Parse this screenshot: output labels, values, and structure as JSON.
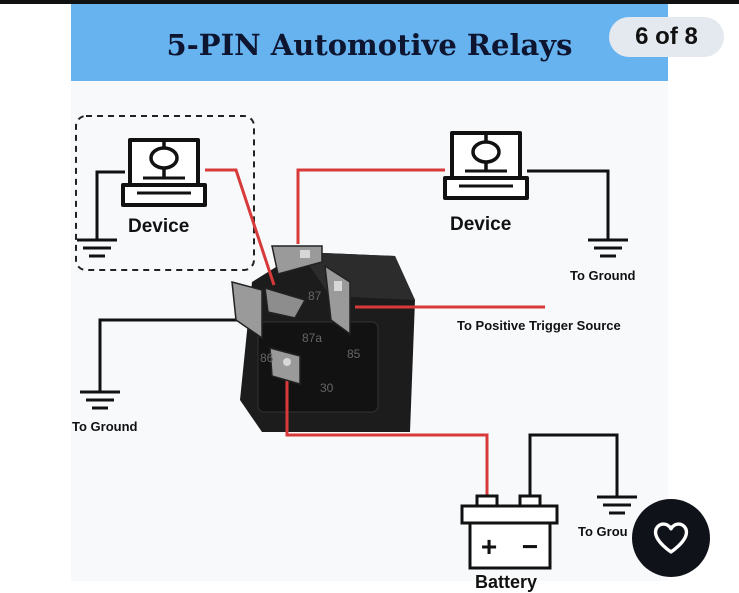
{
  "header": {
    "title": "5-PIN Automotive Relays",
    "page_indicator": "6 of 8"
  },
  "diagram": {
    "device_left_label": "Device",
    "device_right_label": "Device",
    "to_ground_right": "To Ground",
    "to_positive_trigger": "To Positive Trigger Source",
    "to_ground_left": "To Ground",
    "to_ground_bottom": "To Grou",
    "battery_label": "Battery",
    "battery_plus": "+",
    "battery_minus": "−",
    "relay_pins": {
      "pin_87": "87",
      "pin_87a": "87a",
      "pin_85": "85",
      "pin_86": "86",
      "pin_30": "30"
    }
  },
  "actions": {
    "favorite_icon": "heart-icon"
  },
  "colors": {
    "banner": "#67b3f0",
    "wire_red": "#d83a3a",
    "wire_black": "#111111",
    "relay_body": "#1a1a1a"
  }
}
